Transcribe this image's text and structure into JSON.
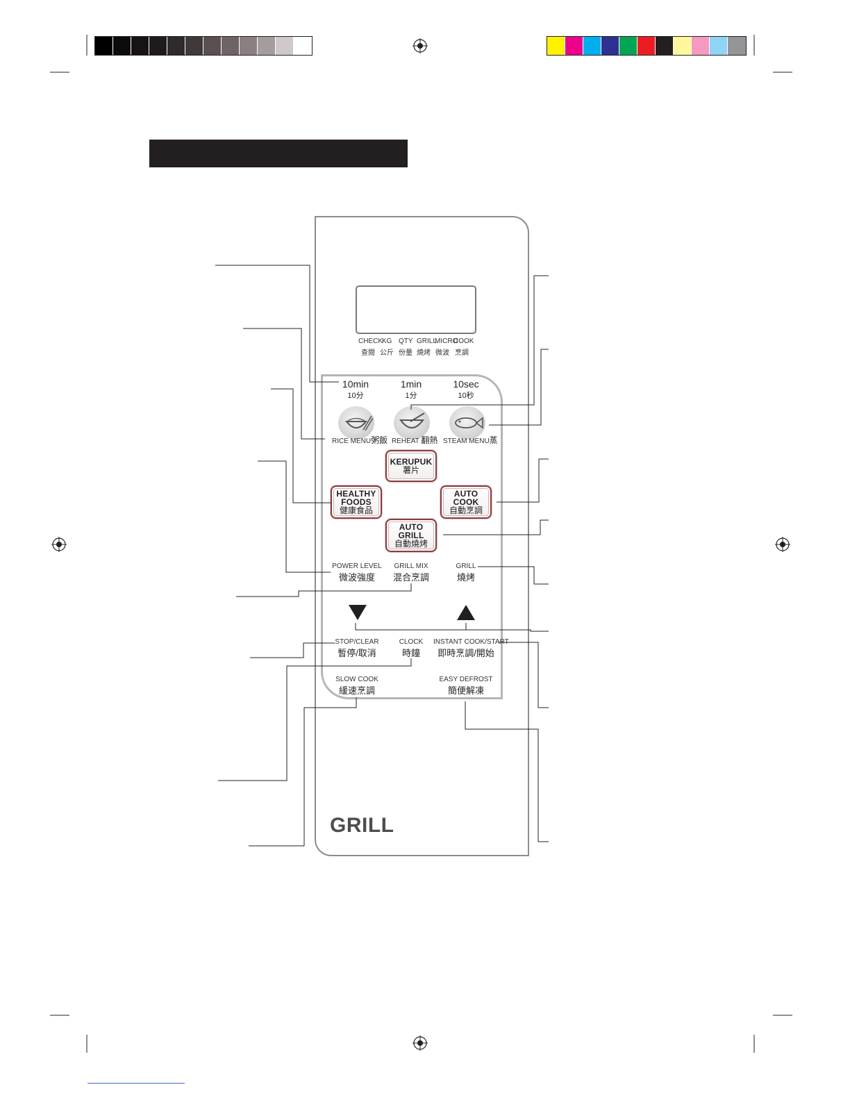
{
  "colors": {
    "grayscale_swatches": [
      "#000000",
      "#0e0b0c",
      "#171314",
      "#1f1b1c",
      "#2f2a2b",
      "#403839",
      "#5a5051",
      "#6f6465",
      "#8a8081",
      "#a59c9d",
      "#cfc9c9",
      "#ffffff"
    ],
    "color_swatches": [
      "#fff200",
      "#ec008c",
      "#00aeef",
      "#2e3192",
      "#00a651",
      "#ed1c24",
      "#231f20",
      "#fff799",
      "#f49ac1",
      "#8fd3f5",
      "#939598"
    ],
    "title_bar": "#231f20",
    "key_border": "#8a3c3c"
  },
  "display": {
    "indicators": [
      {
        "en": "CHECK",
        "zh": "查閱"
      },
      {
        "en": "KG",
        "zh": "公斤"
      },
      {
        "en": "QTY",
        "zh": "份量"
      },
      {
        "en": "GRILL",
        "zh": "燒烤"
      },
      {
        "en": "MICRO",
        "zh": "微波"
      },
      {
        "en": "COOK",
        "zh": "烹調"
      }
    ]
  },
  "time_keys": [
    {
      "label": "10min",
      "zh": "10分"
    },
    {
      "label": "1min",
      "zh": "1分"
    },
    {
      "label": "10sec",
      "zh": "10秒"
    }
  ],
  "menu_icons": [
    {
      "en": "RICE MENU",
      "zh": "粥飯",
      "icon": "rice-bowl-icon"
    },
    {
      "en": "REHEAT",
      "zh": "翻熱",
      "icon": "soup-bowl-icon"
    },
    {
      "en": "STEAM MENU",
      "zh": "蒸",
      "icon": "fish-icon"
    }
  ],
  "keys": {
    "kerupuk": {
      "en": "KERUPUK",
      "zh": "薯片"
    },
    "healthy": {
      "en1": "HEALTHY",
      "en2": "FOODS",
      "zh": "健康食品"
    },
    "auto_cook": {
      "en1": "AUTO",
      "en2": "COOK",
      "zh": "自動烹調"
    },
    "auto_grill": {
      "en1": "AUTO",
      "en2": "GRILL",
      "zh": "自動燒烤"
    }
  },
  "function_labels": {
    "power_level": {
      "en": "POWER LEVEL",
      "zh": "微波強度"
    },
    "grill_mix": {
      "en": "GRILL MIX",
      "zh": "混合烹調"
    },
    "grill": {
      "en": "GRILL",
      "zh": "燒烤"
    },
    "stop_clear": {
      "en": "STOP/CLEAR",
      "zh": "暫停/取消"
    },
    "clock": {
      "en": "CLOCK",
      "zh": "時鐘"
    },
    "instant_cook": {
      "en": "INSTANT COOK/START",
      "zh": "即時烹調/開始"
    },
    "slow_cook": {
      "en": "SLOW COOK",
      "zh": "緩速烹調"
    },
    "easy_defrost": {
      "en": "EASY DEFROST",
      "zh": "簡便解凍"
    }
  },
  "brand": "GRILL"
}
